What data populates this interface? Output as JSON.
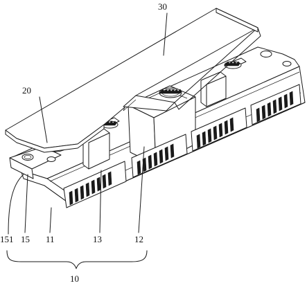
{
  "figure": {
    "callouts": {
      "cover_plate": "30",
      "gear_set": "20",
      "connector_base": "10",
      "side_wall": "11",
      "cavity": "12",
      "terminal_block": "13",
      "mount_flange": "15",
      "flange_hole": "151"
    }
  }
}
